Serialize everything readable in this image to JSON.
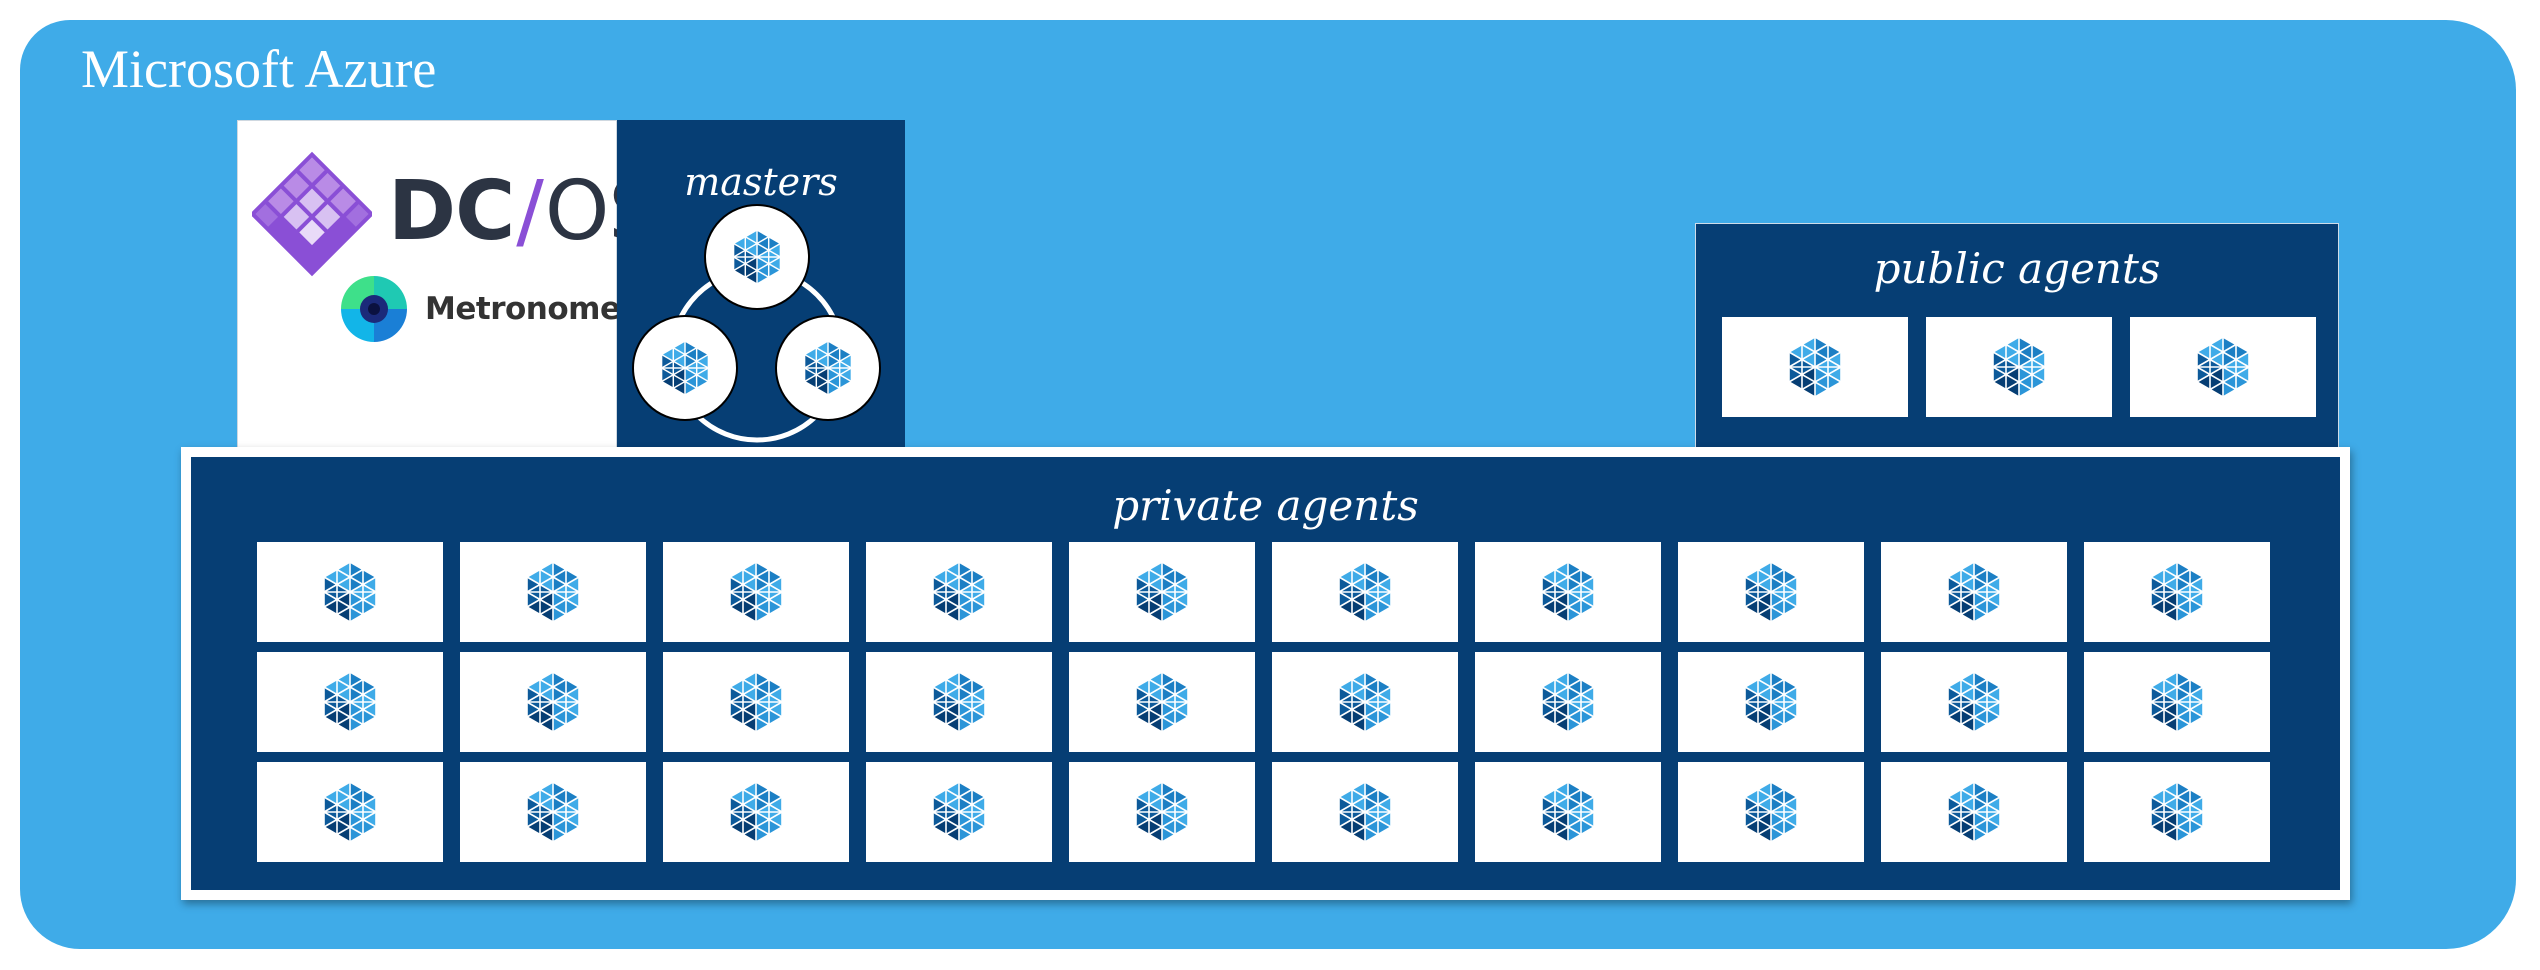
{
  "platform": {
    "title": "Microsoft Azure"
  },
  "logos": {
    "dcos": {
      "dc": "DC",
      "slash": "/",
      "os": "OS",
      "icon": "dcos-logo-icon"
    },
    "metronome": {
      "label": "Metronome",
      "icon": "metronome-logo-icon"
    }
  },
  "masters": {
    "title": "masters",
    "count": 3,
    "icon": "mesos-node-icon"
  },
  "public_agents": {
    "title": "public agents",
    "count": 3,
    "icon": "mesos-node-icon"
  },
  "private_agents": {
    "title": "private agents",
    "rows": 3,
    "columns": 10,
    "count": 30,
    "icon": "mesos-node-icon"
  },
  "colors": {
    "azure_blue": "#3fabe8",
    "panel_navy": "#063e74",
    "node_light": "#3fabe8",
    "node_dark": "#063e74",
    "dcos_purple": "#8a4fd6"
  }
}
